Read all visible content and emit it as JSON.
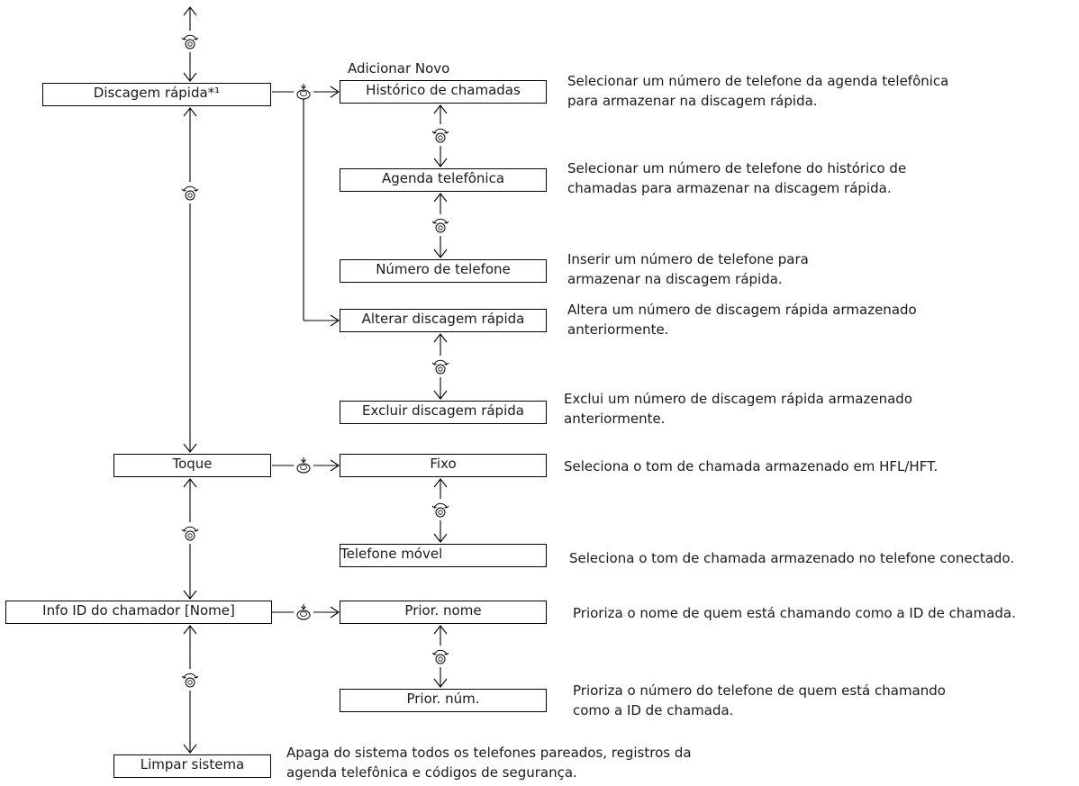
{
  "menu": {
    "speed_dial": "Discagem rápida*¹",
    "ringtone": "Toque",
    "caller_id": "Info ID do chamador [Nome]",
    "clear_system": "Limpar sistema"
  },
  "speed_dial": {
    "add_new_label": "Adicionar Novo",
    "call_history": "Histórico de chamadas",
    "call_history_desc": [
      "Selecionar um número de telefone da agenda telefônica",
      "para armazenar na discagem rápida."
    ],
    "phonebook": "Agenda telefônica",
    "phonebook_desc": [
      "Selecionar um número de telefone do histórico de",
      "chamadas para armazenar na discagem rápida."
    ],
    "phone_number": "Número de telefone",
    "phone_number_desc": [
      "Inserir um número de telefone para",
      "armazenar na discagem rápida."
    ],
    "edit": "Alterar discagem rápida",
    "edit_desc": [
      "Altera um número de discagem rápida armazenado",
      "anteriormente."
    ],
    "delete": "Excluir discagem rápida",
    "delete_desc": [
      "Exclui um número de discagem rápida armazenado",
      "anteriormente."
    ]
  },
  "ringtone": {
    "fixed": "Fixo",
    "fixed_desc": "Seleciona o tom de chamada armazenado em HFL/HFT.",
    "mobile": "Telefone móvel",
    "mobile_desc": "Seleciona o tom de chamada armazenado no telefone conectado."
  },
  "caller_id": {
    "name_priority": "Prior. nome",
    "name_priority_desc": "Prioriza o nome de quem está chamando como a ID de chamada.",
    "number_priority": "Prior. núm.",
    "number_priority_desc": [
      "Prioriza o número do telefone de quem está chamando",
      "como a ID de chamada."
    ]
  },
  "clear_system_desc": [
    "Apaga do sistema todos os telefones pareados, registros da",
    "agenda telefônica e códigos de segurança."
  ],
  "icons": {
    "rotate": "rotate-knob-icon",
    "press": "press-knob-icon"
  }
}
